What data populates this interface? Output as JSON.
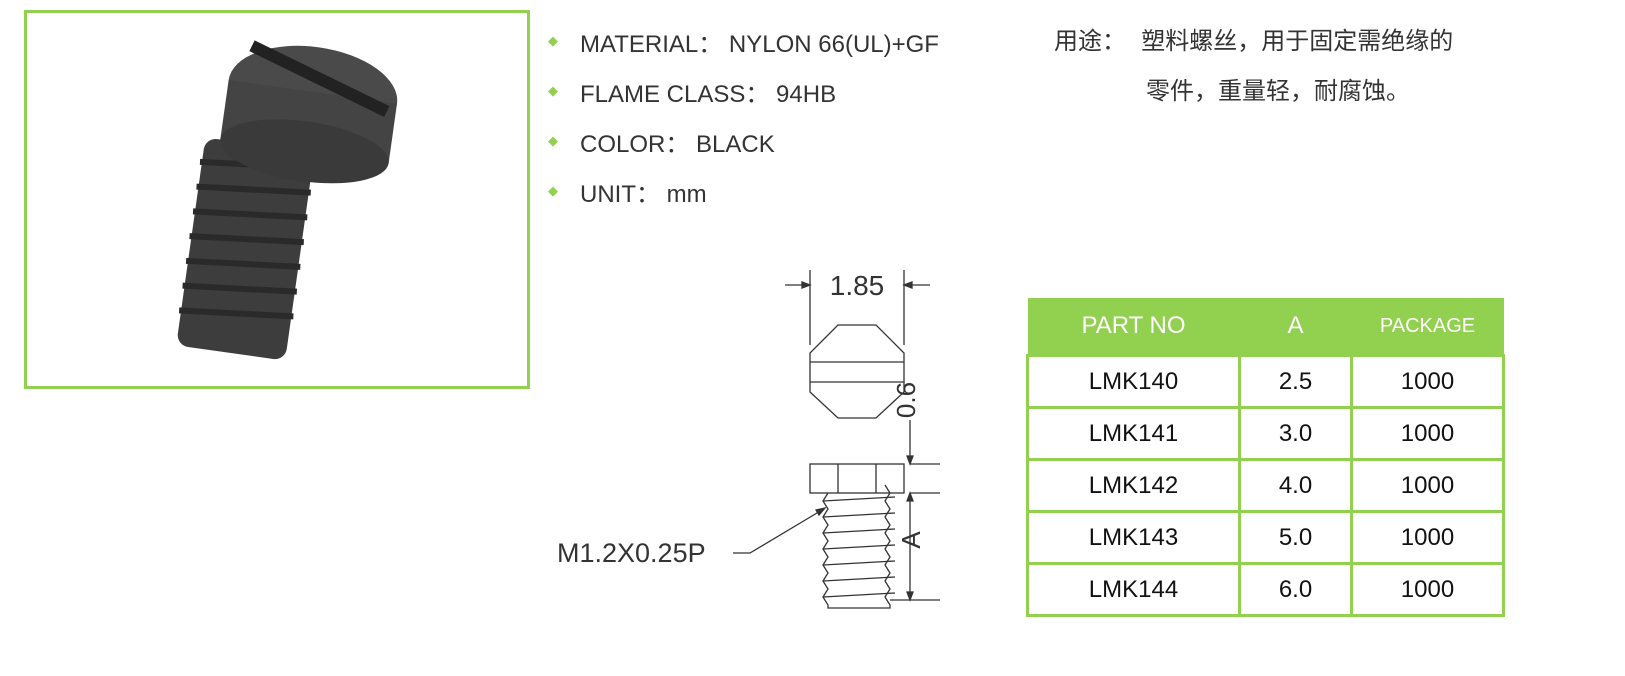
{
  "specs": [
    {
      "label": "MATERIAL： NYLON 66(UL)+GF"
    },
    {
      "label": "FLAME CLASS： 94HB"
    },
    {
      "label": "COLOR： BLACK"
    },
    {
      "label": "UNIT： mm"
    }
  ],
  "usage": {
    "label": "用途：",
    "line1": "塑料螺丝，用于固定需绝缘的",
    "line2": "零件，重量轻，耐腐蚀。"
  },
  "drawing": {
    "head_width": "1.85",
    "head_height": "0.6",
    "length": "A",
    "thread": "M1.2X0.25P"
  },
  "table": {
    "headers": [
      "PART NO",
      "A",
      "PACKAGE"
    ],
    "rows": [
      [
        "LMK140",
        "2.5",
        "1000"
      ],
      [
        "LMK141",
        "3.0",
        "1000"
      ],
      [
        "LMK142",
        "4.0",
        "1000"
      ],
      [
        "LMK143",
        "5.0",
        "1000"
      ],
      [
        "LMK144",
        "6.0",
        "1000"
      ]
    ]
  },
  "colors": {
    "accent": "#92d050"
  }
}
